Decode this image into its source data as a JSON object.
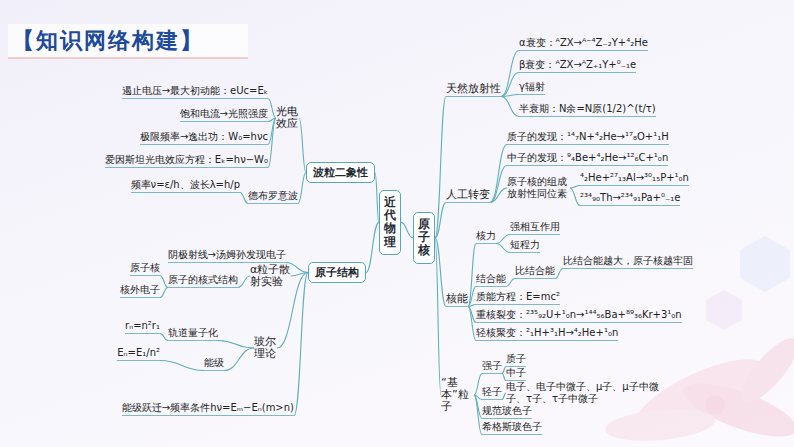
{
  "diagram": {
    "title": "【知识网络构建】",
    "nodes": [
      {
        "text": [
          "近代物理"
        ]
      },
      {
        "text": [
          "波粒二象性"
        ]
      },
      {
        "text": [
          "原子结构"
        ]
      },
      {
        "text": [
          "原子核"
        ]
      }
    ],
    "edges": [
      {
        "from": 0,
        "to": 1,
        "arrow": "none"
      },
      {
        "from": 0,
        "to": 2,
        "arrow": "none"
      },
      {
        "from": 0,
        "to": 3,
        "arrow": "none"
      }
    ],
    "labels": [
      "遏止电压→最大初动能：eUc=Eₖ",
      "饱和电流→光照强度",
      "极限频率→逸出功：W₀=hνc",
      "爱因斯坦光电效应方程：Eₖ=hν−W₀",
      "光电效应",
      "频率ν=ε/h、波长λ=h/p",
      "德布罗意波",
      "阴极射线→汤姆孙发现电子",
      "原子核",
      "核外电子",
      "原子的核式结构",
      "α粒子散射实验",
      "rₙ=n²r₁",
      "轨道量子化",
      "Eₙ=E₁/n²",
      "能级",
      "玻尔理论",
      "能级跃迁→频率条件hν=Eₘ−Eₙ(m>n)",
      "天然放射性",
      "α衰变：ᴬZX→ᴬ⁻⁴Z₋₂Y+⁴₂He",
      "β衰变：ᴬZX→ᴬZ₊₁Y+⁰₋₁e",
      "γ辐射",
      "半衰期：N余=N原(1/2)^(t/τ)",
      "人工转变",
      "质子的发现：¹⁴₇N+⁴₂He→¹⁷₈O+¹₁H",
      "中子的发现：⁹₄Be+⁴₂He→¹²₆C+¹₀n",
      "原子核的组成 放射性同位素",
      "⁴₂He+²⁷₁₃Al→³⁰₁₅P+¹₀n",
      "²³⁴₉₀Th→²³⁴₉₁Pa+⁰₋₁e",
      "核能",
      "核力",
      "强相互作用",
      "短程力",
      "结合能",
      "比结合能",
      "比结合能越大，原子核越牢固",
      "质能方程：E=mc²",
      "重核裂变：²³⁵₉₂U+¹₀n→¹⁴⁴₅₆Ba+⁸⁹₃₆Kr+3¹₀n",
      "轻核聚变：²₁H+³₁H→⁴₂He+¹₀n",
      "“基本”粒子",
      "强子",
      "质子",
      "中子",
      "电子、电子中微子、μ子、μ子中微子、τ子、τ子中微子",
      "轻子",
      "规范玻色子",
      "希格斯玻色子"
    ]
  }
}
